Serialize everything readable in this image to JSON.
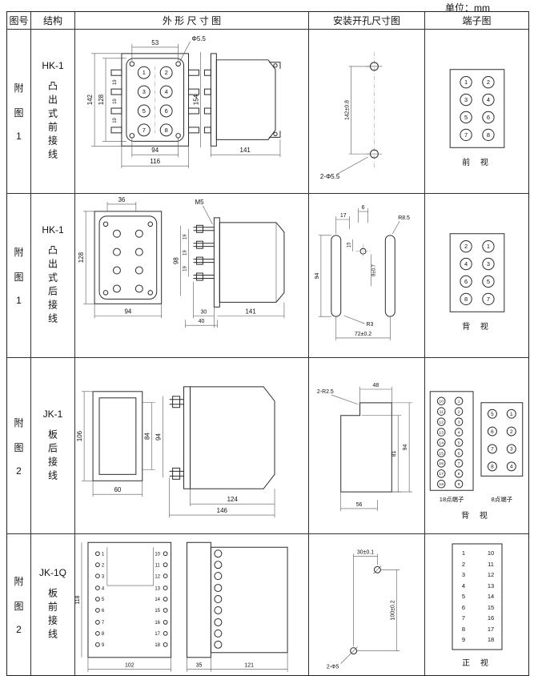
{
  "unit": "单位：mm",
  "headers": [
    "图号",
    "结构",
    "外 形 尺 寸 图",
    "安装开孔尺寸图",
    "端子图"
  ],
  "rows": [
    {
      "fig": [
        "附",
        "图",
        "1"
      ],
      "model": "HK-1",
      "structure": "凸出式前接线",
      "outline": {
        "d53": "53",
        "hole": "Φ5.5",
        "d142": "142",
        "d128": "128",
        "p1": "19",
        "p2": "19",
        "p3": "19",
        "d94": "94",
        "d116": "116",
        "d154": "154",
        "d141": "141",
        "n1": "1",
        "n2": "2",
        "n3": "3",
        "n4": "4",
        "n5": "5",
        "n6": "6",
        "n7": "7",
        "n8": "8"
      },
      "mounting": {
        "d": "142±0.8",
        "holes": "2-Φ5.5"
      },
      "terminal": {
        "n": [
          "1",
          "2",
          "3",
          "4",
          "5",
          "6",
          "7",
          "8"
        ],
        "caption": "前 视"
      }
    },
    {
      "fig": [
        "附",
        "图",
        "1"
      ],
      "model": "HK-1",
      "structure": "凸出式后接线",
      "outline": {
        "d36": "36",
        "d128": "128",
        "d94": "94",
        "m5": "M5",
        "d98": "98",
        "p1": "19",
        "p2": "19",
        "p3": "19",
        "d30": "30",
        "d40": "40",
        "d141": "141"
      },
      "mounting": {
        "d17": "17",
        "d6": "6",
        "d15": "15",
        "d94": "94",
        "d8": "8±0.7",
        "r85": "R8.5",
        "r3": "R3",
        "d72": "72±0.2"
      },
      "terminal": {
        "n": [
          "2",
          "1",
          "4",
          "3",
          "6",
          "5",
          "8",
          "7"
        ],
        "caption": "背 视"
      }
    },
    {
      "fig": [
        "附",
        "图",
        "2"
      ],
      "model": "JK-1",
      "structure": "板后接线",
      "outline": {
        "d106": "106",
        "d60": "60",
        "d84": "84",
        "d94": "94",
        "d124": "124",
        "d146": "146"
      },
      "mounting": {
        "r25": "2-R2.5",
        "d48": "48",
        "d81": "81",
        "d94": "94",
        "d56": "56"
      },
      "terminal": {
        "left_label": "18点端子",
        "right_label": "8点端子",
        "caption": "背 视",
        "n18_left": [
          "10",
          "11",
          "12",
          "13",
          "14",
          "15",
          "16",
          "17",
          "18"
        ],
        "n18_right": [
          "1",
          "2",
          "3",
          "4",
          "5",
          "6",
          "7",
          "8",
          "9"
        ],
        "n8_left": [
          "5",
          "6",
          "7",
          "8"
        ],
        "n8_right": [
          "1",
          "2",
          "3",
          "4"
        ]
      }
    },
    {
      "fig": [
        "附",
        "图",
        "2"
      ],
      "model": "JK-1Q",
      "structure": "板前接线",
      "outline": {
        "d118": "118",
        "d102": "102",
        "d35": "35",
        "d121": "121",
        "left": [
          "1",
          "2",
          "3",
          "4",
          "5",
          "6",
          "7",
          "8",
          "9"
        ],
        "right": [
          "10",
          "11",
          "12",
          "13",
          "14",
          "15",
          "16",
          "17",
          "18"
        ]
      },
      "mounting": {
        "d30": "30±0.1",
        "d100": "100±0.2",
        "holes": "2-Φ5"
      },
      "terminal": {
        "left": [
          "1",
          "2",
          "3",
          "4",
          "5",
          "6",
          "7",
          "8",
          "9"
        ],
        "right": [
          "10",
          "11",
          "12",
          "13",
          "14",
          "15",
          "16",
          "17",
          "18"
        ],
        "caption": "正 视"
      }
    }
  ]
}
